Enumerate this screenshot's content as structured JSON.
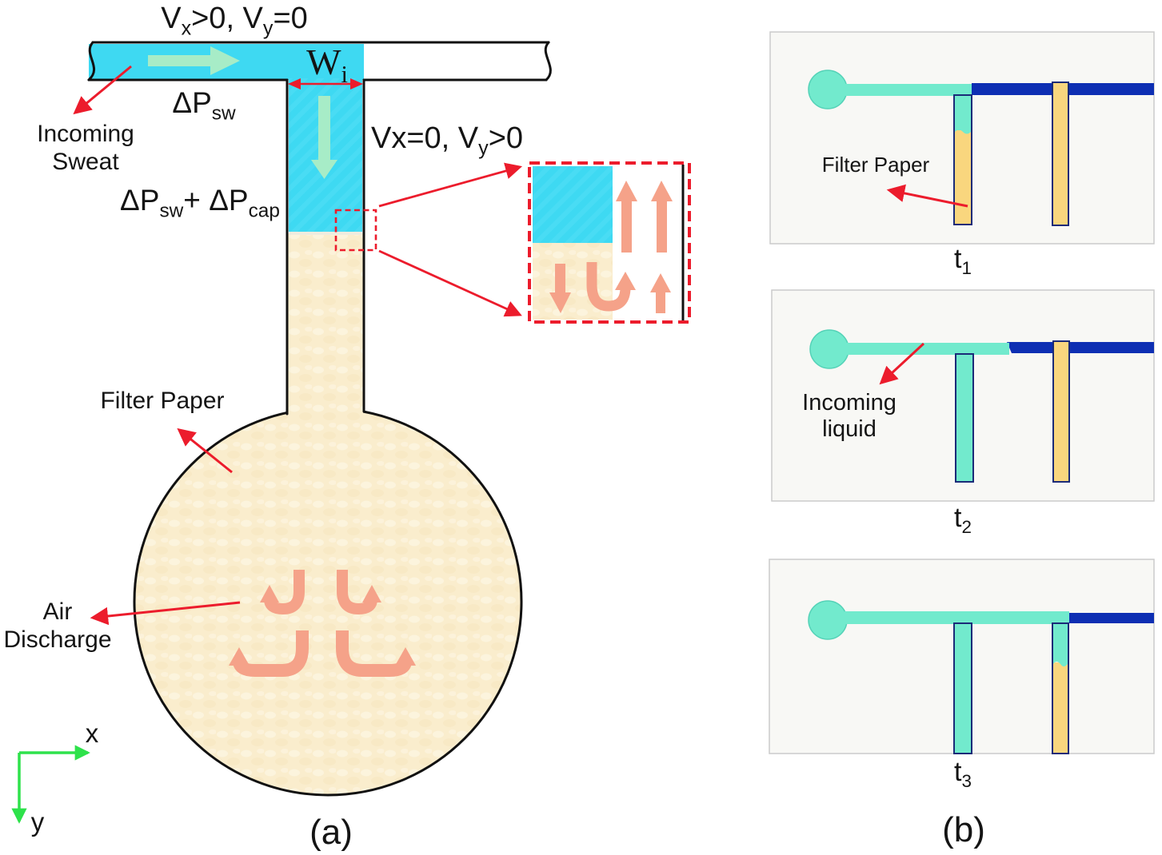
{
  "figure": {
    "panel_a_caption": "(a)",
    "panel_b_caption": "(b)"
  },
  "panel_a": {
    "top_velocity_parts": [
      "V",
      "x",
      ">0, V",
      "y",
      "=0"
    ],
    "width_symbol_parts": [
      "W",
      "i"
    ],
    "pressure_sweat_parts": [
      "ΔP",
      "sw"
    ],
    "side_velocity_parts": [
      "Vx=0, V",
      "y",
      ">0"
    ],
    "incoming_sweat_lines": [
      "Incoming",
      "Sweat"
    ],
    "pressure_sum_parts": [
      "ΔP",
      "sw",
      "+ ΔP",
      "cap"
    ],
    "filter_paper_label": "Filter Paper",
    "air_discharge_lines": [
      "Air",
      "Discharge"
    ],
    "axis_x_label": "x",
    "axis_y_label": "y",
    "caption": "(a)"
  },
  "panel_b": {
    "t1": {
      "filter_paper_label": "Filter Paper",
      "time_label_parts": [
        "t",
        "1"
      ]
    },
    "t2": {
      "incoming_liquid_lines": [
        "Incoming",
        "liquid"
      ],
      "time_label_parts": [
        "t",
        "2"
      ]
    },
    "t3": {
      "time_label_parts": [
        "t",
        "3"
      ]
    },
    "caption": "(b)"
  },
  "colors": {
    "sweat_cyan": "#3ED9F2",
    "filter_cream": "#FAEDCD",
    "flow_green": "#A7ECC7",
    "vortex_orange": "#F5A289",
    "annotation_red": "#EC1C2C",
    "axis_green": "#2EE24B",
    "liquid_teal": "#72EACD",
    "channel_blue": "#0E2FB3",
    "paper_yellow": "#F9D67E",
    "outline_navy": "#1B2B78",
    "outline_black": "#111111",
    "panel_bg": "#F8F8F5",
    "panel_border": "#CBCBCB"
  }
}
